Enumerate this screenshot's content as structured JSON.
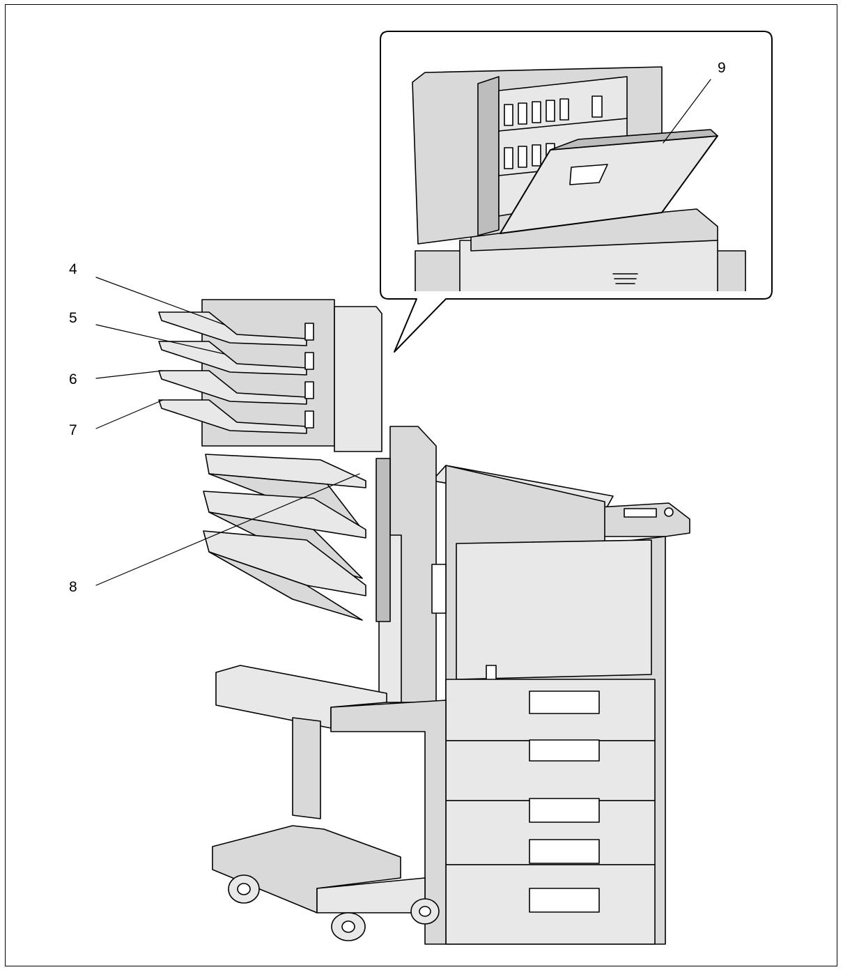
{
  "diagram": {
    "colors": {
      "body": "#d9d9d9",
      "body_light": "#e8e8e8",
      "body_dark": "#bdbdbd",
      "line": "#000000",
      "background": "#ffffff"
    },
    "callouts": [
      {
        "id": "4",
        "label": "4"
      },
      {
        "id": "5",
        "label": "5"
      },
      {
        "id": "6",
        "label": "6"
      },
      {
        "id": "7",
        "label": "7"
      },
      {
        "id": "8",
        "label": "8"
      },
      {
        "id": "9",
        "label": "9"
      }
    ]
  }
}
